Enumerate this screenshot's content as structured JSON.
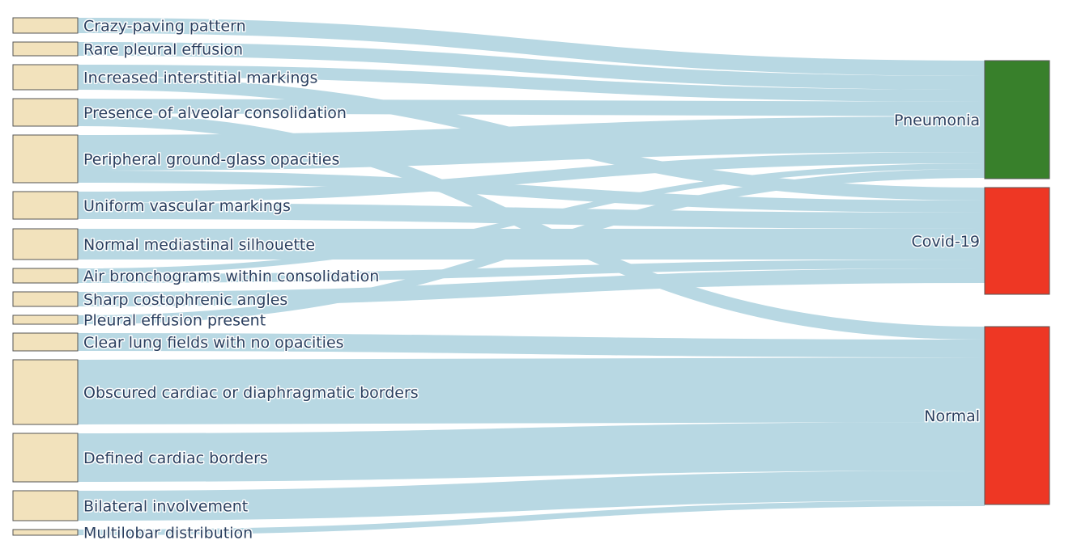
{
  "sankey": {
    "node_colors": {
      "feature": "#f2e2bc",
      "Pneumonia": "#38802b",
      "Covid-19": "#ee3724",
      "Normal": "#ee3724"
    },
    "link_color": "#b8d8e3",
    "sources": [
      {
        "label": "Crazy-paving pattern"
      },
      {
        "label": "Rare pleural effusion"
      },
      {
        "label": "Increased interstitial markings"
      },
      {
        "label": "Presence of alveolar consolidation"
      },
      {
        "label": "Peripheral ground-glass opacities"
      },
      {
        "label": "Uniform vascular markings"
      },
      {
        "label": "Normal mediastinal silhouette"
      },
      {
        "label": "Air bronchograms within consolidation"
      },
      {
        "label": "Sharp costophrenic angles"
      },
      {
        "label": "Pleural effusion present"
      },
      {
        "label": "Clear lung fields with no opacities"
      },
      {
        "label": "Obscured cardiac or diaphragmatic borders"
      },
      {
        "label": "Defined cardiac borders"
      },
      {
        "label": "Bilateral involvement"
      },
      {
        "label": "Multilobar distribution"
      }
    ],
    "targets": [
      {
        "label": "Pneumonia"
      },
      {
        "label": "Covid-19"
      },
      {
        "label": "Normal"
      }
    ]
  }
}
